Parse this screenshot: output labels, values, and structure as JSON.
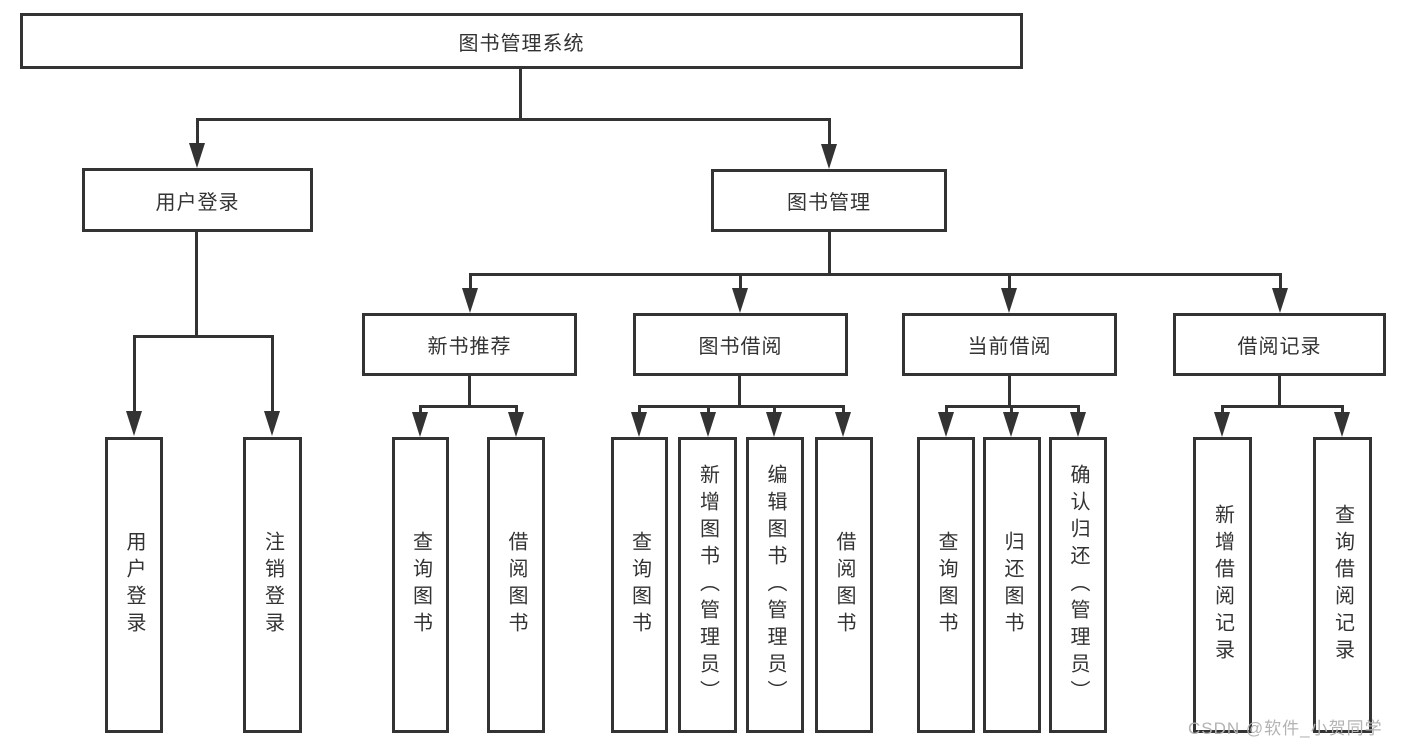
{
  "diagram": {
    "tree": {
      "label": "图书管理系统",
      "children": [
        {
          "label": "用户登录",
          "children": [
            {
              "label": "用户登录"
            },
            {
              "label": "注销登录"
            }
          ]
        },
        {
          "label": "图书管理",
          "children": [
            {
              "label": "新书推荐",
              "children": [
                {
                  "label": "查询图书"
                },
                {
                  "label": "借阅图书"
                }
              ]
            },
            {
              "label": "图书借阅",
              "children": [
                {
                  "label": "查询图书"
                },
                {
                  "label": "新增图书（管理员）"
                },
                {
                  "label": "编辑图书（管理员）"
                },
                {
                  "label": "借阅图书"
                }
              ]
            },
            {
              "label": "当前借阅",
              "children": [
                {
                  "label": "查询图书"
                },
                {
                  "label": "归还图书"
                },
                {
                  "label": "确认归还（管理员）"
                }
              ]
            },
            {
              "label": "借阅记录",
              "children": [
                {
                  "label": "新增借阅记录"
                },
                {
                  "label": "查询借阅记录"
                }
              ]
            }
          ]
        }
      ]
    },
    "colors": {
      "line": "#333333",
      "text": "#333333",
      "background": "#ffffff",
      "watermark": "#b3b3b3"
    }
  },
  "watermark": {
    "text": "CSDN @软件_小贺同学"
  }
}
